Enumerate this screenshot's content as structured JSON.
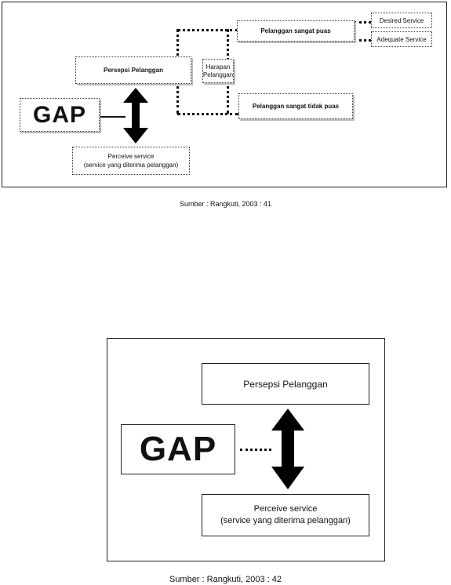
{
  "diagram1": {
    "persepsi": "Persepsi Pelanggan",
    "harapan": "Harapan Pelanggan",
    "sangat_puas": "Pelanggan sangat puas",
    "desired": "Desired Service",
    "adequate": "Adequate Service",
    "tidak_puas": "Pelanggan sangat tidak puas",
    "gap": "GAP",
    "perceive_line1": "Perceive service",
    "perceive_line2": "(service yang diterima pelanggan)",
    "caption": "Sumber : Rangkuti, 2003 : 41"
  },
  "diagram2": {
    "persepsi": "Persepsi Pelanggan",
    "gap": "GAP",
    "perceive_line1": "Perceive service",
    "perceive_line2": "(service yang diterima pelanggan)",
    "caption": "Sumber : Rangkuti, 2003 : 42"
  }
}
